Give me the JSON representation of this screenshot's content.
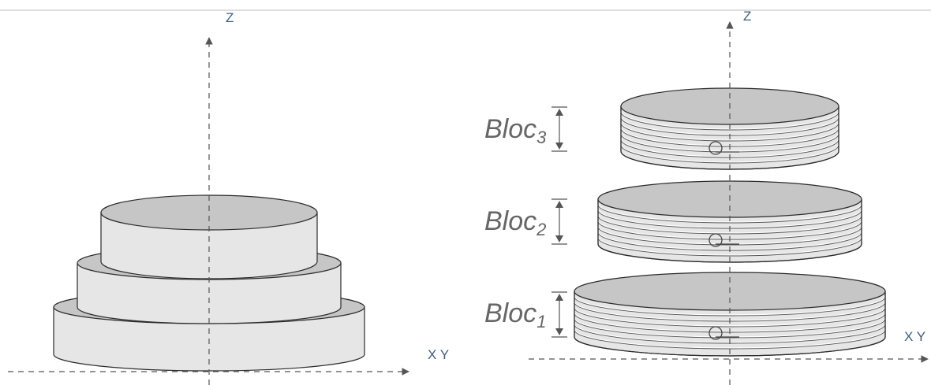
{
  "colors": {
    "disk_side": "#e6e6e6",
    "disk_top": "#c6c6c6",
    "outline": "#2b2b2b",
    "axis": "#555555",
    "axis_label": "#3d5f80",
    "bloc_label": "#666666",
    "top_rule": "#bbbbbb"
  },
  "left_diagram": {
    "axis_z_label": "Z",
    "axis_xy_label": "X Y"
  },
  "right_diagram": {
    "axis_z_label": "Z",
    "axis_xy_label": "X Y",
    "blocs": [
      {
        "name": "Bloc",
        "index": "3"
      },
      {
        "name": "Bloc",
        "index": "2"
      },
      {
        "name": "Bloc",
        "index": "1"
      }
    ]
  }
}
